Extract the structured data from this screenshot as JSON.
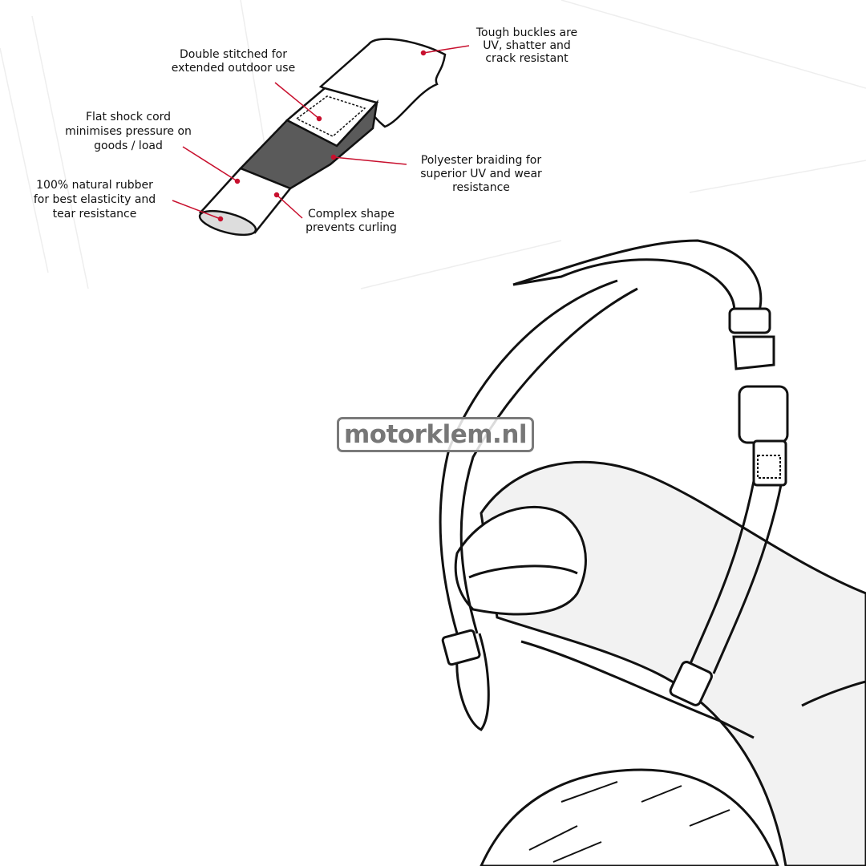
{
  "callouts": {
    "double_stitched": [
      "Double stitched for",
      "extended outdoor use"
    ],
    "tough_buckles": [
      "Tough buckles are",
      "UV, shatter and",
      "crack resistant"
    ],
    "flat_shock_cord": [
      "Flat shock cord",
      "minimises pressure on",
      "goods / load"
    ],
    "natural_rubber": [
      "100% natural rubber",
      "for best elasticity and",
      "tear resistance"
    ],
    "polyester_braiding": [
      "Polyester braiding for",
      "superior UV and wear",
      "resistance"
    ],
    "complex_shape": [
      "Complex shape",
      "prevents curling"
    ]
  },
  "watermark": "motorklem.nl",
  "colors": {
    "leader": "#c8102e",
    "braid": "#5a5a5a",
    "seat_fill": "#f0f0f0"
  }
}
